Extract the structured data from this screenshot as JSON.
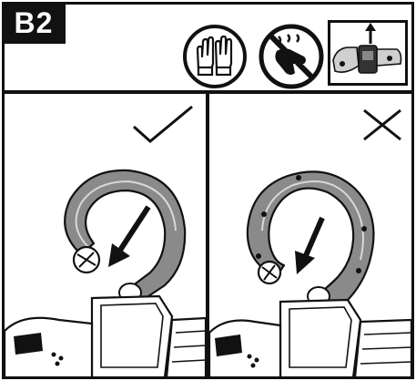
{
  "step": {
    "label": "B2"
  },
  "header_icons": [
    {
      "name": "protective-gloves-icon"
    },
    {
      "name": "no-hot-hand-icon"
    },
    {
      "name": "tool-detail-icon"
    }
  ],
  "panels": [
    {
      "name": "correct-panel",
      "verdict_icon": "checkmark-icon"
    },
    {
      "name": "incorrect-panel",
      "verdict_icon": "cross-icon"
    }
  ],
  "colors": {
    "ink": "#111111",
    "handle_fill": "#8a8a8a",
    "background": "#ffffff"
  }
}
